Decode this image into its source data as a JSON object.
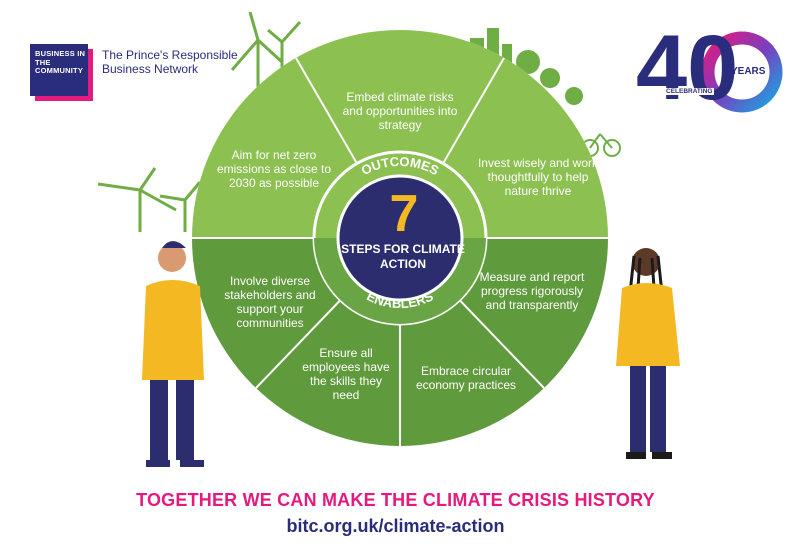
{
  "logo": {
    "name": "BUSINESS IN THE COMMUNITY",
    "subtitle": "The Prince's Responsible Business Network"
  },
  "anniversary": {
    "number": "40",
    "prefix": "CELEBRATING",
    "suffix": "YEARS"
  },
  "core": {
    "number": "7",
    "label": "STEPS FOR CLIMATE ACTION",
    "outcomes_label": "OUTCOMES",
    "enablers_label": "ENABLERS"
  },
  "outcomes": [
    "Aim for net zero emissions as close to 2030 as possible",
    "Embed climate risks and opportunities into strategy",
    "Invest wisely and work thoughtfully to help nature thrive"
  ],
  "enablers": [
    "Involve diverse stakeholders and support your communities",
    "Ensure all employees have the skills they need",
    "Embrace circular economy practices",
    "Measure and report progress rigorously and transparently"
  ],
  "footer": {
    "tagline": "TOGETHER WE CAN MAKE THE CLIMATE CRISIS HISTORY",
    "url": "bitc.org.uk/climate-action"
  },
  "colors": {
    "navy": "#2a2d7c",
    "magenta": "#e5197e",
    "outcomes_green": "#8cc152",
    "enablers_green": "#5f9a3c",
    "core_navy": "#2b2d6e",
    "accent_yellow": "#f4b823"
  }
}
